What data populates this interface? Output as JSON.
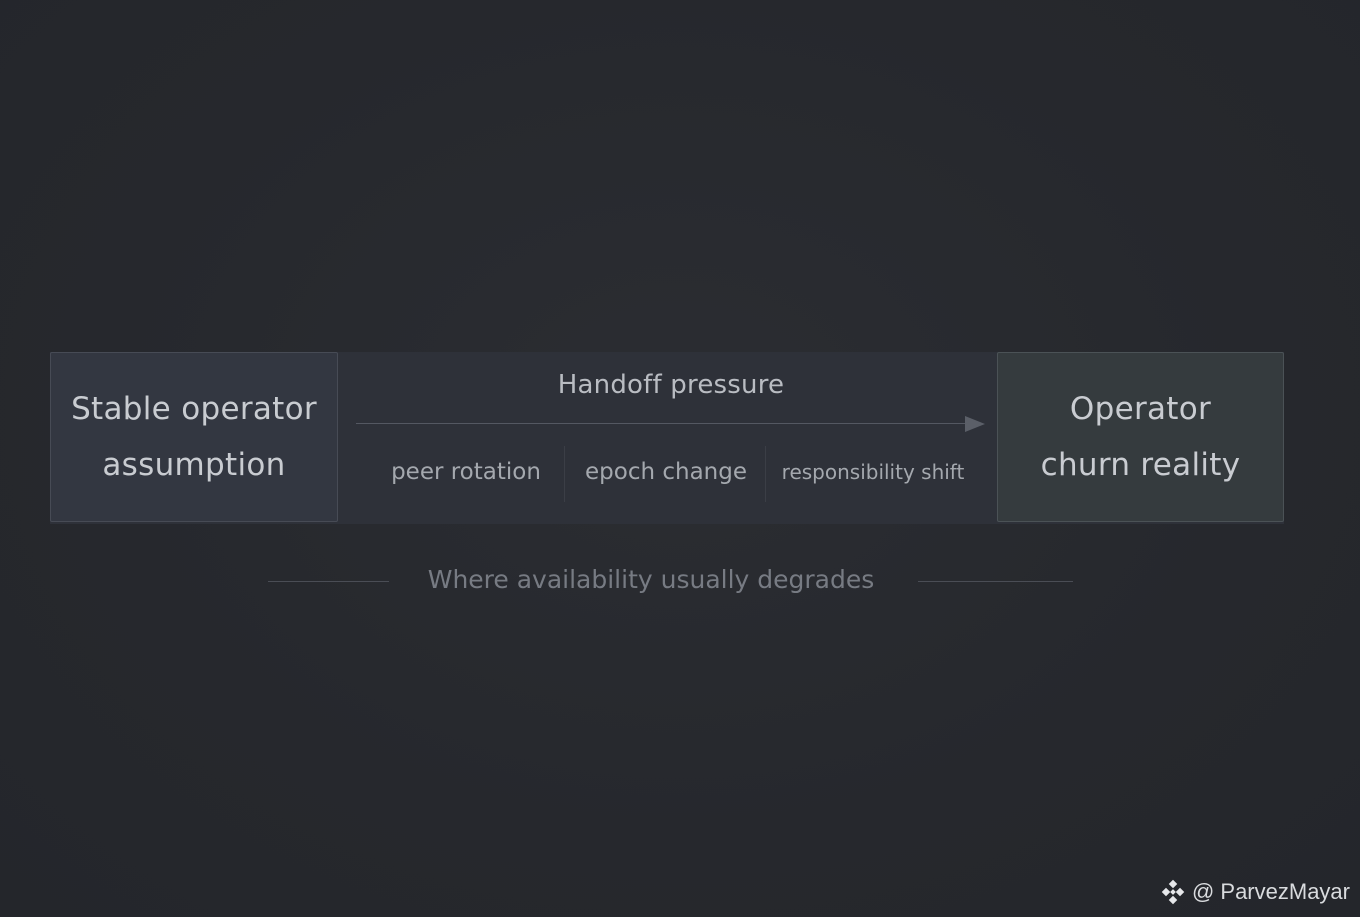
{
  "diagram": {
    "left_box": {
      "line1": "Stable operator",
      "line2": "assumption"
    },
    "middle": {
      "title": "Handoff pressure",
      "stages": [
        "peer rotation",
        "epoch change",
        "responsibility shift"
      ]
    },
    "right_box": {
      "line1": "Operator",
      "line2": "churn reality"
    },
    "caption": "Where availability usually degrades"
  },
  "watermark": {
    "handle": "@ ParvezMayar",
    "icon": "binance-diamond-icon"
  },
  "colors": {
    "background": "#27292e",
    "left_box": "#333741",
    "right_box": "#353b3e",
    "text": "#c9ccd1",
    "muted_text": "#777b83"
  }
}
